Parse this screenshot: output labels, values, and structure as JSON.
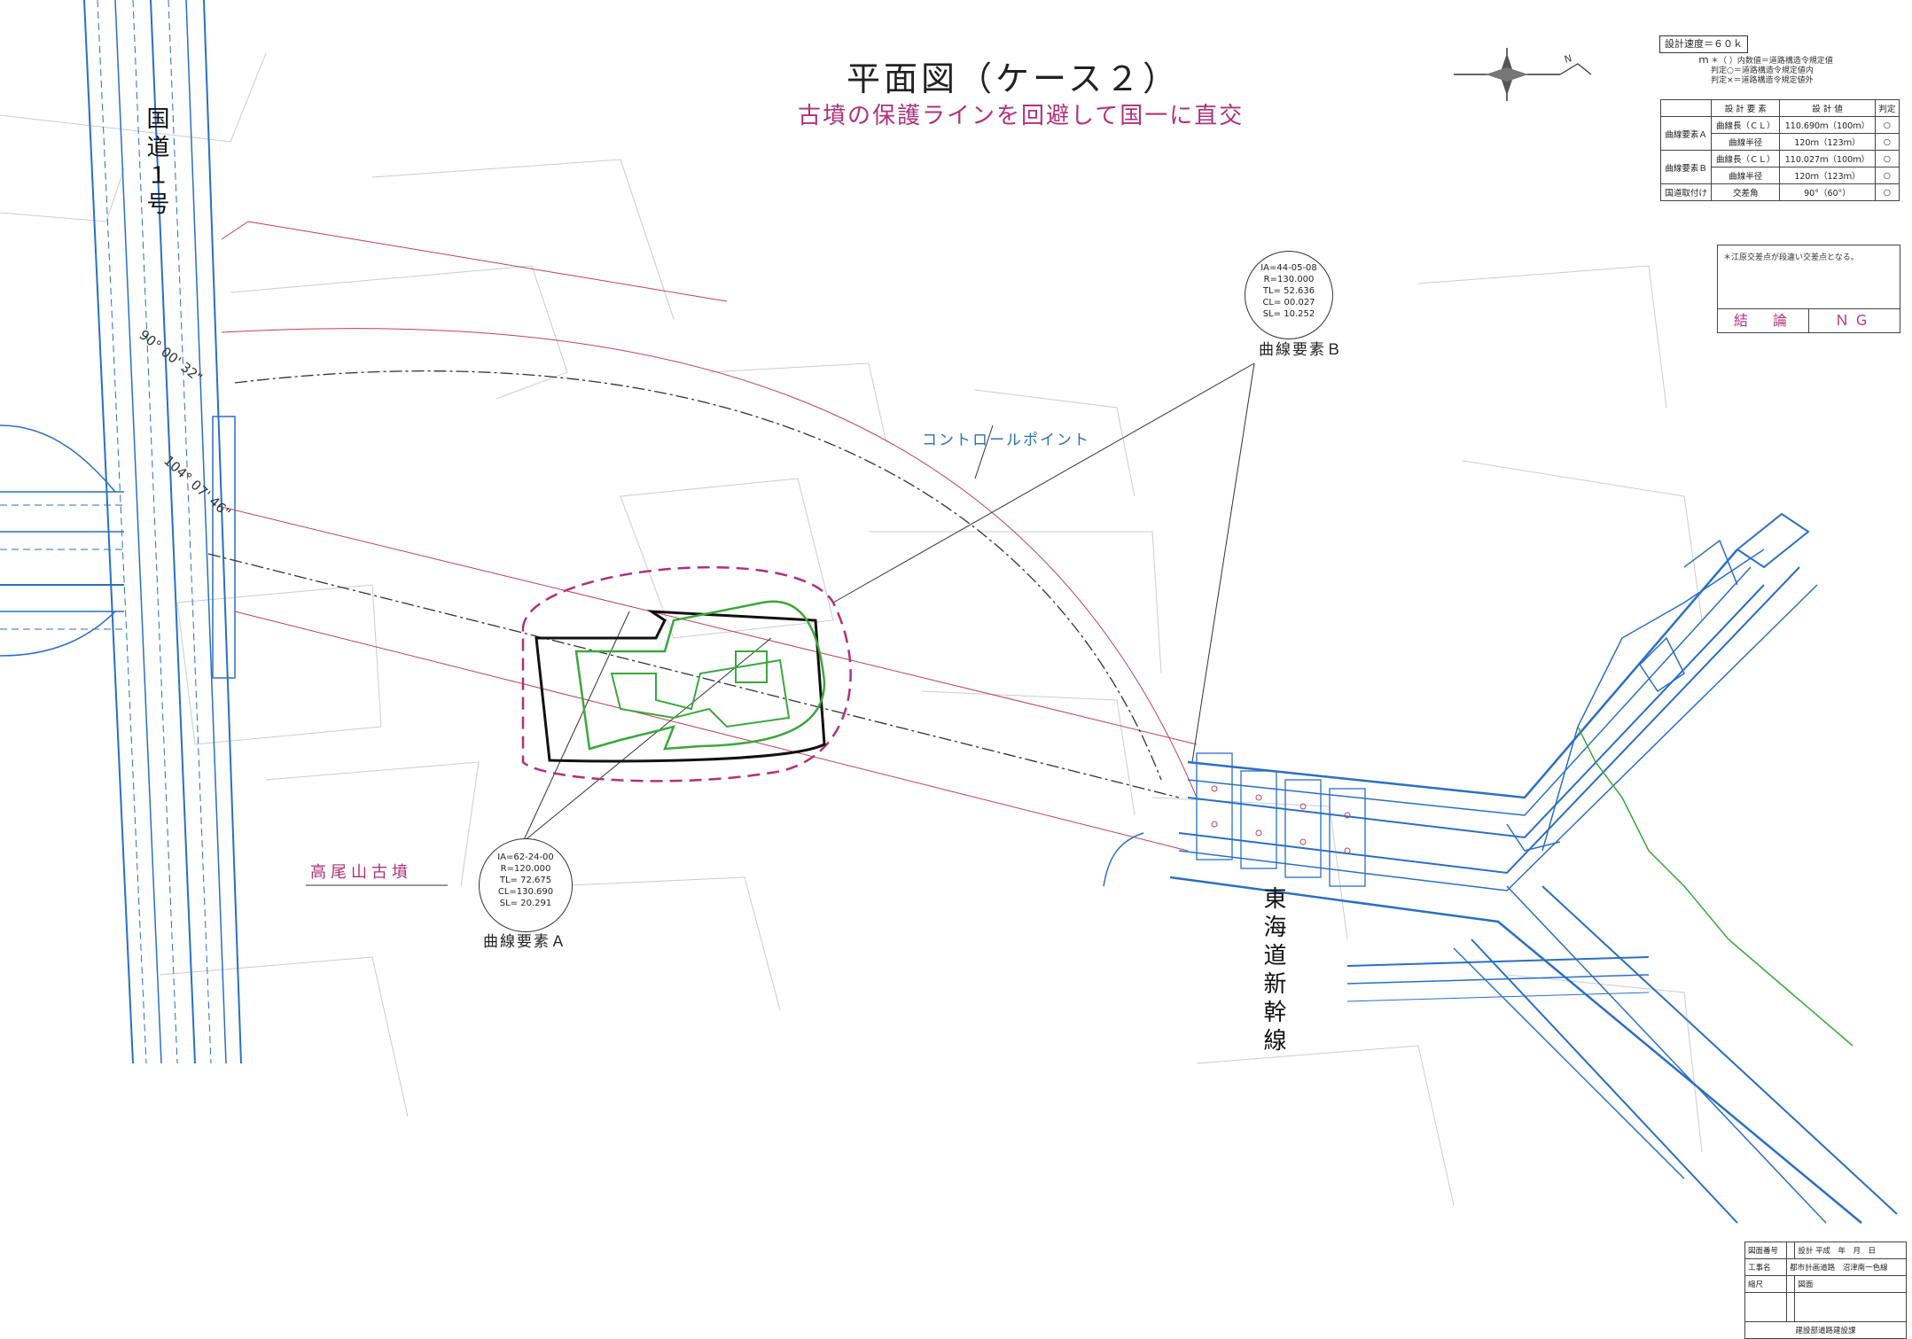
{
  "header": {
    "title": "平面図（ケース２）",
    "subtitle": "古墳の保護ラインを回避して国一に直交"
  },
  "north_arrow": {
    "label": "N"
  },
  "design_speed": "設計速度＝６０ｋｍ",
  "legend_notes": [
    "＊（ ）内数値＝道路構造令規定値",
    "判定○＝道路構造令規定値内",
    "判定×＝道路構造令規定値外"
  ],
  "design_table": {
    "headers": [
      "",
      "設 計 要 素",
      "設 計 値",
      "判定"
    ],
    "rows": [
      [
        "曲線要素Ａ",
        "曲線長（ＣＬ）",
        "110.690ｍ（100ｍ）",
        "○"
      ],
      [
        "",
        "曲線半径",
        "120ｍ（123ｍ）",
        "○"
      ],
      [
        "曲線要素Ｂ",
        "曲線長（ＣＬ）",
        "110.027ｍ（100ｍ）",
        "○"
      ],
      [
        "",
        "曲線半径",
        "120ｍ（123ｍ）",
        "○"
      ],
      [
        "国道取付け",
        "交差角",
        "90°（60°）",
        "○"
      ]
    ]
  },
  "result_box": {
    "note": "＊江原交差点が段違い交差点となる。",
    "label": "結　論",
    "value": "ＮＧ"
  },
  "curve_b": {
    "lines": [
      "IA=44-05-08",
      "R=130.000",
      "TL= 52.636",
      "CL= 00.027",
      "SL= 10.252"
    ],
    "label": "曲線要素Ｂ"
  },
  "curve_a": {
    "lines": [
      "IA=62-24-00",
      "R=120.000",
      "TL= 72.675",
      "CL=130.690",
      "SL= 20.291"
    ],
    "label": "曲線要素Ａ"
  },
  "labels": {
    "control_point": "コントロールポイント",
    "kofun": "高尾山古墳",
    "shinkansen": "東海道新幹線",
    "route1": "国道１号",
    "angle_1": "90° 00' 32\"",
    "angle_2": "104° 07' 46\""
  },
  "title_block": {
    "rows": [
      [
        "図面番号",
        "",
        "設計 平成　年　月　日"
      ],
      [
        "工事名",
        "都市計画道路　沼津南一色線",
        ""
      ],
      [
        "縮尺",
        "",
        "図面"
      ],
      [
        "",
        "",
        ""
      ],
      [
        "建設部道路建設課",
        "",
        ""
      ]
    ]
  },
  "colors": {
    "road_blue": "#2a6fc4",
    "kofun_magenta": "#b0307a",
    "kofun_green": "#3aa83a",
    "alignment_red": "#c0405a"
  }
}
